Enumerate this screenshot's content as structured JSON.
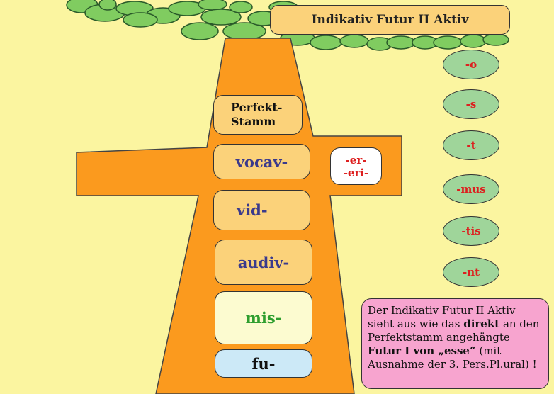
{
  "title": "Indikativ Futur II Aktiv",
  "stem_label": [
    "Perfekt-",
    "Stamm"
  ],
  "stems": [
    "vocav-",
    "vid-",
    "audiv-",
    "mis-",
    "fu-"
  ],
  "infix": [
    "-er-",
    "-eri-"
  ],
  "endings": [
    "-o",
    "-s",
    "-t",
    "-mus",
    "-tis",
    "-nt"
  ],
  "note": {
    "line1": "Der Indikativ Futur II  Aktiv",
    "line2_a": "sieht aus wie das ",
    "line2_b": "direkt",
    "line2_c": " an den",
    "line3": "Perfektstamm angehängte",
    "line4_a": "Futur I von „esse“",
    "line4_b": " (mit",
    "line5": "Ausnahme der 3. Pers.Pl.ural) !"
  },
  "colors": {
    "background": "#fbf5a0",
    "trunk": "#fb9a1e",
    "foliage": "#80cc60",
    "stem_box": "#fbd27a",
    "ending_bg": "#9fd59a",
    "accent_red": "#dd1f1f",
    "stem_text": "#3a3a8c",
    "note_bg": "#f7a4cf"
  }
}
